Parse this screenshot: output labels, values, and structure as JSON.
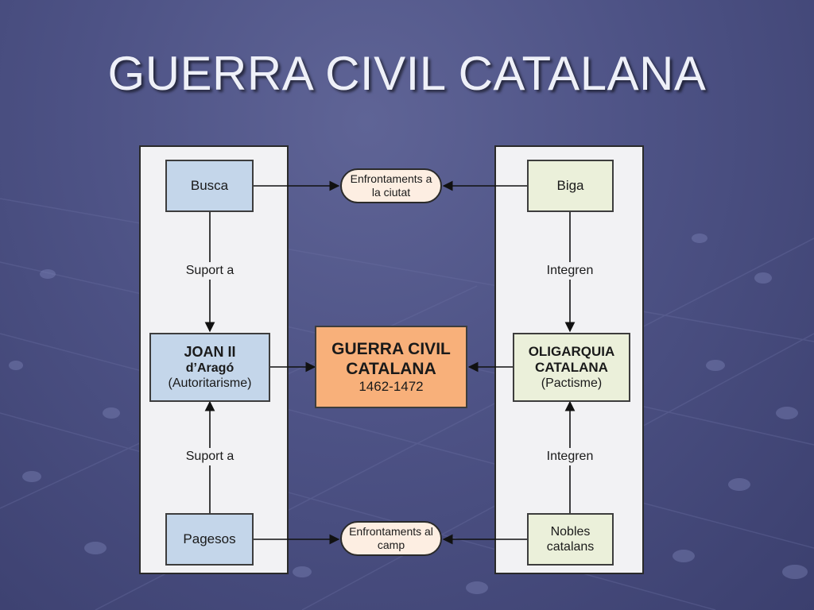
{
  "title": "GUERRA CIVIL CATALANA",
  "left": {
    "top": "Busca",
    "link_top": "Suport a",
    "center": {
      "line1": "JOAN II",
      "line2": "d’Aragó",
      "line3": "(Autoritarisme)"
    },
    "link_bottom": "Suport a",
    "bottom": "Pagesos"
  },
  "right": {
    "top": "Biga",
    "link_top": "Integren",
    "center": {
      "line1": "OLIGARQUIA",
      "line2": "CATALANA",
      "line3": "(Pactisme)"
    },
    "link_bottom": "Integren",
    "bottom": {
      "line1": "Nobles",
      "line2": "catalans"
    }
  },
  "center": {
    "line1": "GUERRA CIVIL",
    "line2": "CATALANA",
    "line3": "1462-1472"
  },
  "conflict_top": {
    "line1": "Enfrontaments a",
    "line2": "la ciutat"
  },
  "conflict_bottom": {
    "line1": "Enfrontaments al",
    "line2": "camp"
  },
  "colors": {
    "background": "#4d5285",
    "blue_box": "#c4d6ea",
    "green_box": "#ebf0da",
    "orange_box": "#f8b07a",
    "pill": "#fdeee2"
  }
}
